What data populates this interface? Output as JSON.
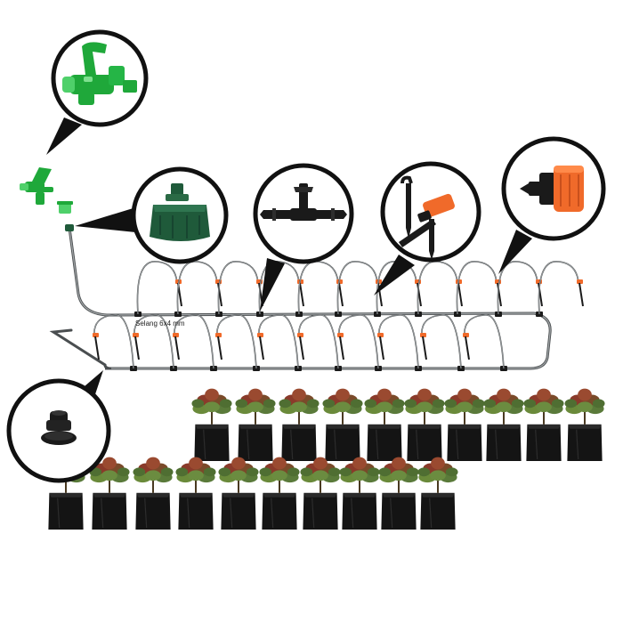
{
  "diagram": {
    "hose_label": "Selang 6x4 mm",
    "colors": {
      "hose": "#7a7e80",
      "hose_dark": "#4a4e50",
      "tap_green": "#1fa83a",
      "tap_green_light": "#4fd06a",
      "adapter_green": "#1f5a3a",
      "dripper_orange": "#f06a2a",
      "fitting_black": "#1a1a1a",
      "leaf_green": "#5a7a3a",
      "leaf_red": "#8a3a2a",
      "pot_black": "#141414"
    },
    "callouts": [
      {
        "name": "faucet",
        "icon": "faucet-icon"
      },
      {
        "name": "tap-adapter",
        "icon": "adapter-icon"
      },
      {
        "name": "tee-connector",
        "icon": "tee-connector-icon"
      },
      {
        "name": "dripper-stake",
        "icon": "stake-dripper-icon"
      },
      {
        "name": "adjustable-dripper",
        "icon": "dripper-icon"
      },
      {
        "name": "end-plug",
        "icon": "end-plug-icon"
      }
    ],
    "rows": {
      "upper_emitters": 11,
      "lower_emitters": 10,
      "back_pots": 10,
      "front_pots": 10
    }
  }
}
